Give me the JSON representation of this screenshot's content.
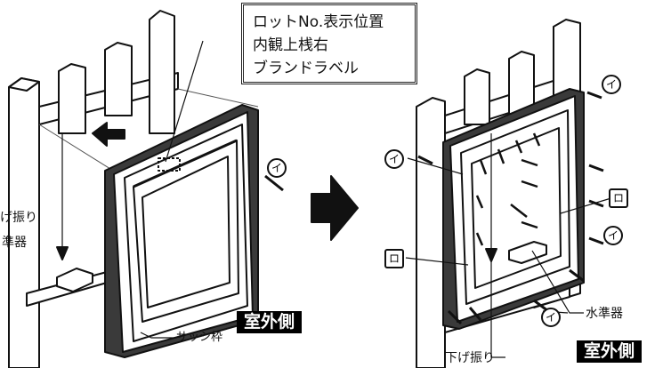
{
  "callout": {
    "lines": [
      "ロットNo.表示位置",
      "内観上桟右",
      "ブランドラベル"
    ]
  },
  "left": {
    "tag": "室外側",
    "sash_frame_label": "サッシ枠",
    "plumb_label": "げ振り",
    "level_label": "準器",
    "marker_i": "イ"
  },
  "right": {
    "tag": "室外側",
    "level_label": "水準器",
    "plumb_label": "下げ振り",
    "marker_i": "イ",
    "marker_ro": "ロ"
  }
}
